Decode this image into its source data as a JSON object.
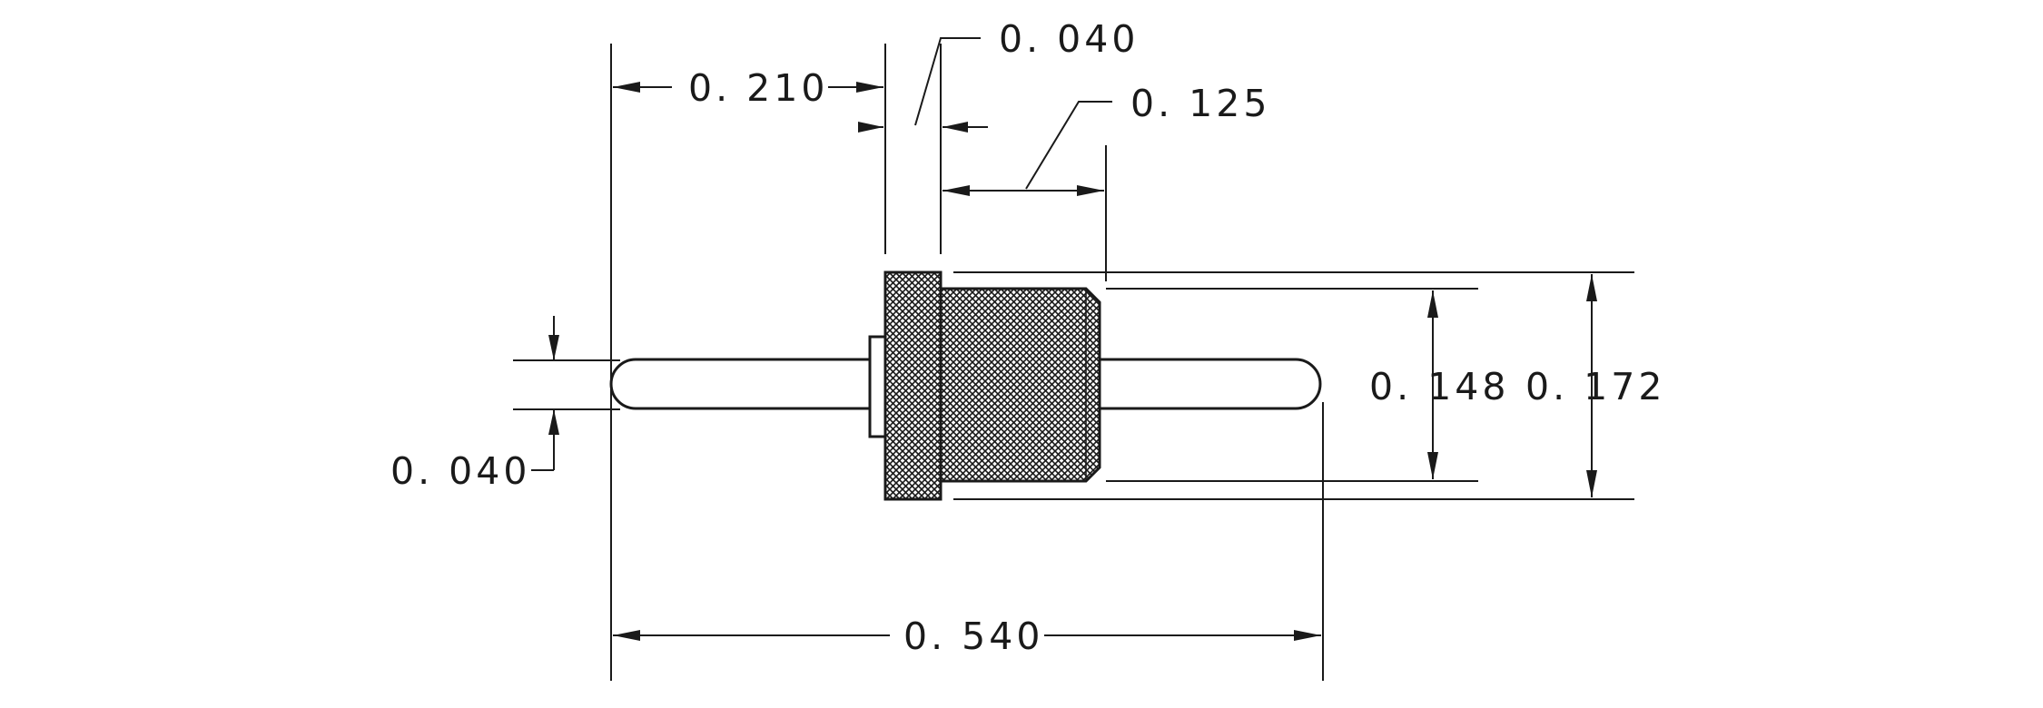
{
  "dimensions": {
    "overall_length": "0. 540",
    "flange_offset": "0. 210",
    "flange_thickness": "0. 040",
    "body_length": "0. 125",
    "pin_diameter": "0. 040",
    "body_diameter": "0. 148",
    "flange_diameter": "0. 172"
  },
  "colors": {
    "line": "#1a1a1a",
    "background": "#ffffff"
  }
}
